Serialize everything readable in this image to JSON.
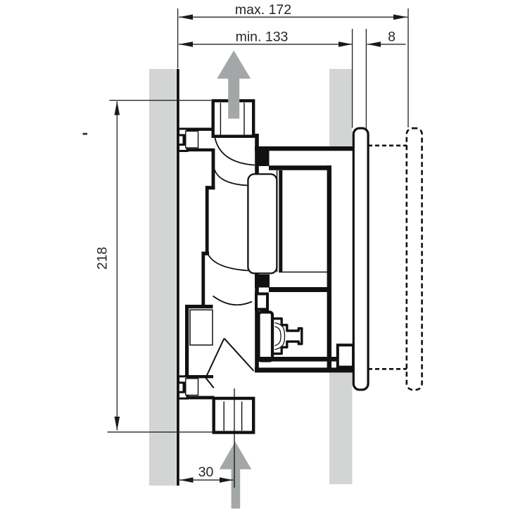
{
  "drawing": {
    "type": "technical-installation-drawing",
    "dimensions": {
      "max_width": "max. 172",
      "min_width": "min. 133",
      "plate_thickness": "8",
      "height": "218",
      "pipe_center_offset": "30"
    },
    "colors": {
      "line": "#111111",
      "dim_line": "#262626",
      "wall_gray": "#d3d5d5",
      "arrow_gray": "#a4a7a7",
      "background": "#ffffff"
    }
  }
}
